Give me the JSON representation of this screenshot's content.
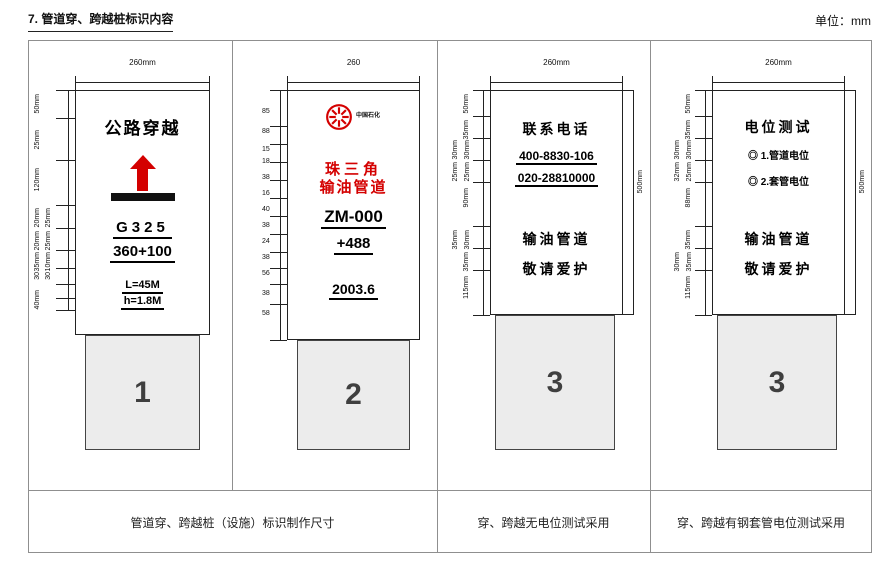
{
  "header": {
    "title": "7. 管道穿、跨越桩标识内容",
    "units": "单位：mm"
  },
  "colors": {
    "accent_red": "#d40000",
    "post_gray": "#ececec"
  },
  "icons": {
    "arrow": "up-arrow-over-road",
    "logo": "sinopec-emblem"
  },
  "captions": {
    "make_size": "管道穿、跨越桩（设施）标识制作尺寸",
    "no_test": "穿、跨越无电位测试采用",
    "steel_casing": "穿、跨越有钢套管电位测试采用"
  },
  "panel1": {
    "top_dim": "260mm",
    "post_number": "1",
    "sign": {
      "title": "公路穿越",
      "road_code": "G325",
      "stake": "360+100",
      "length": "L=45M",
      "height": "h=1.8M"
    },
    "dims": [
      "50mm",
      "25mm",
      "120mm",
      "20mm",
      "25mm",
      "20mm",
      "25mm",
      "35mm",
      "10mm",
      "30",
      "30",
      "40mm"
    ]
  },
  "panel2": {
    "top_dim": "260",
    "post_number": "2",
    "logo_text": "中国石化",
    "sign": {
      "line1": "珠三角",
      "line2": "输油管道",
      "code": "ZM-000",
      "stake": "+488",
      "date": "2003.6"
    },
    "dims": [
      "85",
      "88",
      "15",
      "18",
      "38",
      "16",
      "40",
      "38",
      "24",
      "38",
      "56",
      "38",
      "58"
    ]
  },
  "panel3": {
    "top_dim": "260mm",
    "right_dim": "500mm",
    "post_number": "3",
    "sign": {
      "title": "联系电话",
      "phone1": "400-8830-106",
      "phone2": "020-28810000",
      "line3": "输油管道",
      "line4": "敬请爱护"
    },
    "dims": [
      "50mm",
      "35mm",
      "30mm",
      "30mm",
      "25mm",
      "25mm",
      "90mm",
      "35mm",
      "30mm",
      "35mm",
      "115mm"
    ]
  },
  "panel4": {
    "top_dim": "260mm",
    "right_dim": "500mm",
    "post_number": "3",
    "sign": {
      "title": "电位测试",
      "item1": "◎ 1.管道电位",
      "item2": "◎ 2.套管电位",
      "line3": "输油管道",
      "line4": "敬请爱护"
    },
    "dims": [
      "50mm",
      "35mm",
      "30mm",
      "30mm",
      "32mm",
      "25mm",
      "88mm",
      "35mm",
      "30mm",
      "35mm",
      "115mm"
    ]
  }
}
